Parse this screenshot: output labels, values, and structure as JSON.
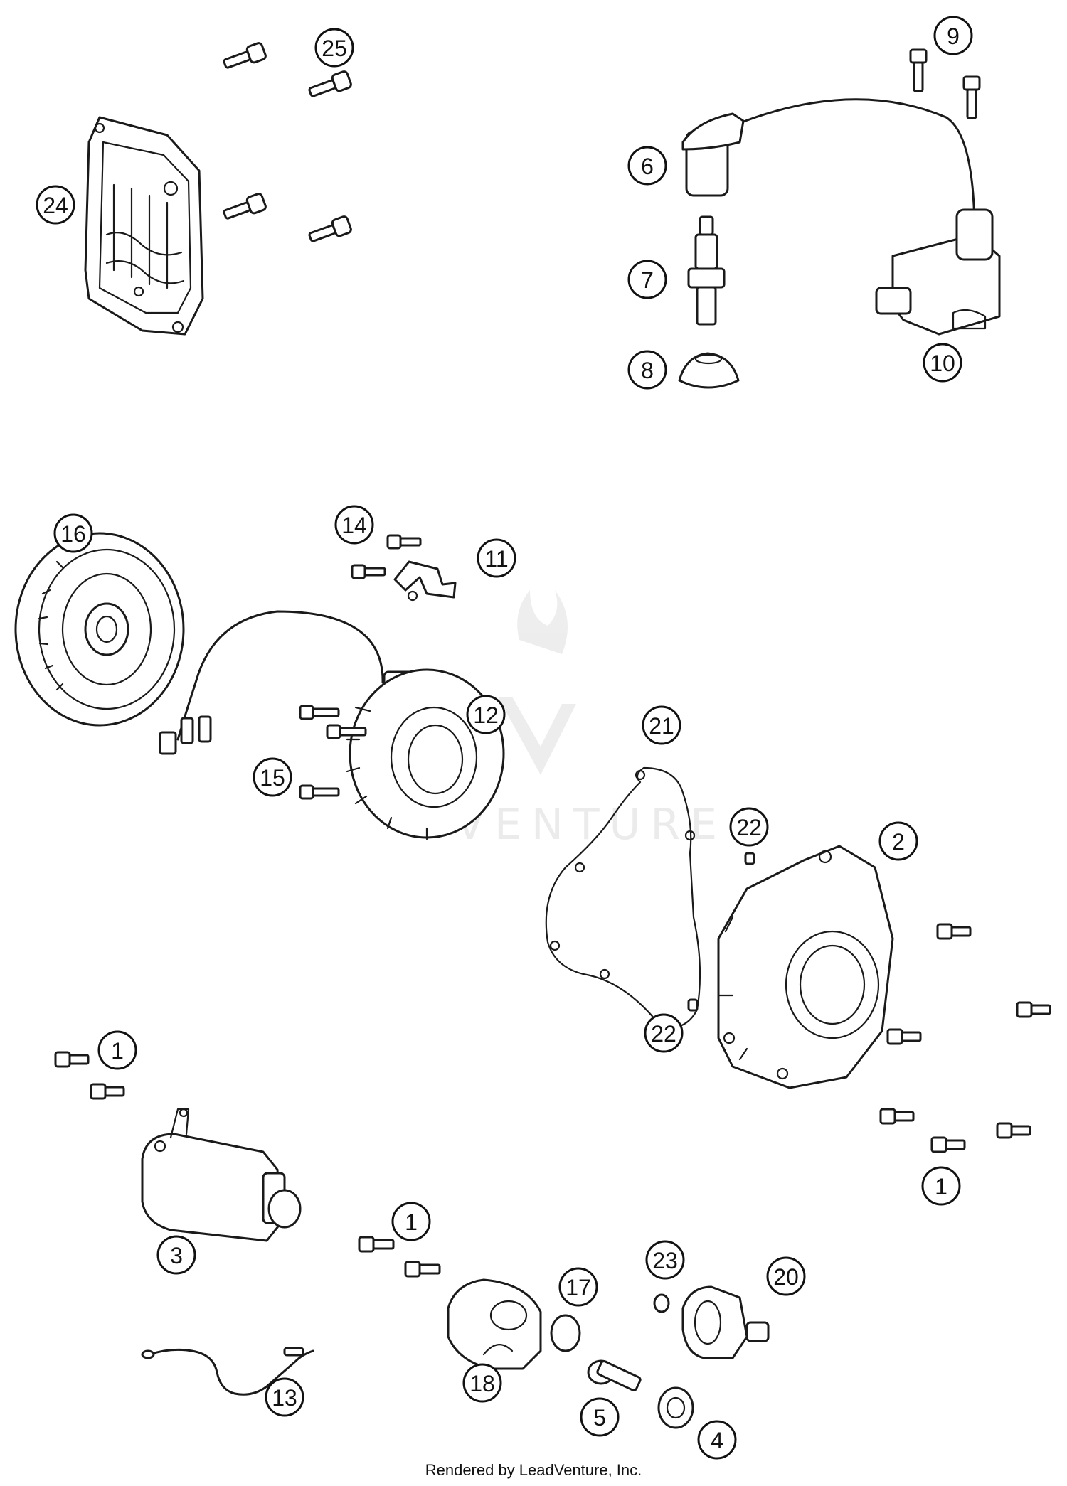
{
  "footer": {
    "credit": "Rendered by LeadVenture, Inc."
  },
  "watermark": {
    "text": "VENTURE"
  },
  "callouts": [
    {
      "id": "c25",
      "label": "25"
    },
    {
      "id": "c24",
      "label": "24"
    },
    {
      "id": "c9",
      "label": "9"
    },
    {
      "id": "c6",
      "label": "6"
    },
    {
      "id": "c7",
      "label": "7"
    },
    {
      "id": "c8",
      "label": "8"
    },
    {
      "id": "c10",
      "label": "10"
    },
    {
      "id": "c16",
      "label": "16"
    },
    {
      "id": "c14",
      "label": "14"
    },
    {
      "id": "c11",
      "label": "11"
    },
    {
      "id": "c12",
      "label": "12"
    },
    {
      "id": "c15",
      "label": "15"
    },
    {
      "id": "c21",
      "label": "21"
    },
    {
      "id": "c22a",
      "label": "22"
    },
    {
      "id": "c2",
      "label": "2"
    },
    {
      "id": "c22b",
      "label": "22"
    },
    {
      "id": "c1a",
      "label": "1"
    },
    {
      "id": "c1b",
      "label": "1"
    },
    {
      "id": "c3",
      "label": "3"
    },
    {
      "id": "c1c",
      "label": "1"
    },
    {
      "id": "c17",
      "label": "17"
    },
    {
      "id": "c23",
      "label": "23"
    },
    {
      "id": "c20",
      "label": "20"
    },
    {
      "id": "c18",
      "label": "18"
    },
    {
      "id": "c13",
      "label": "13"
    },
    {
      "id": "c5",
      "label": "5"
    },
    {
      "id": "c4",
      "label": "4"
    }
  ]
}
